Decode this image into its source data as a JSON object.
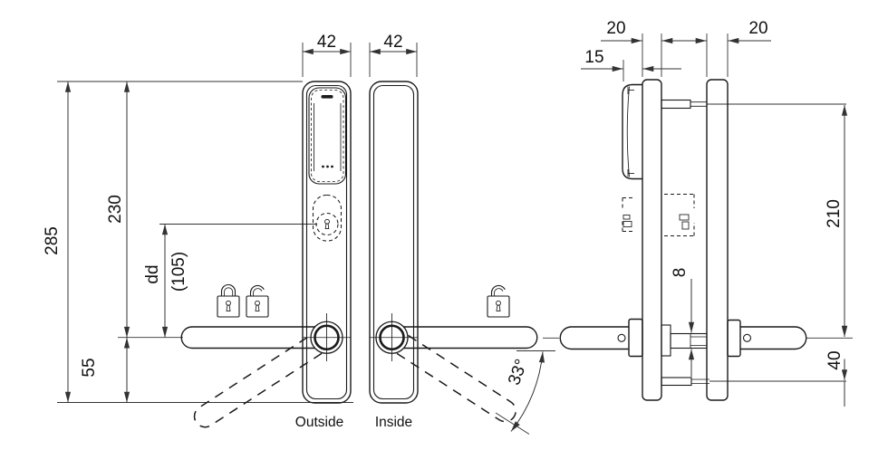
{
  "drawing": {
    "views": {
      "outside_label": "Outside",
      "inside_label": "Inside"
    },
    "dimensions": {
      "overall_height": "285",
      "top_to_handle": "230",
      "cylinder_to_handle_variable": "dd",
      "cylinder_to_handle_reference": "(105)",
      "handle_to_bottom": "55",
      "outside_plate_width": "42",
      "inside_plate_width": "42",
      "reader_projection": "15",
      "outside_plate_depth": "20",
      "inside_plate_depth": "20",
      "fixing_centres": "210",
      "spindle": "8",
      "handle_to_lower_fixing": "40",
      "handle_rotation_angle": "33°"
    },
    "icons": {
      "padlock_closed": "padlock-closed-icon",
      "padlock_open": "padlock-open-icon",
      "keyhole": "keyhole-icon"
    },
    "colors": {
      "background": "#ffffff",
      "part_line": "#1a1a1a",
      "dimension_line": "#333333",
      "text": "#111111"
    }
  }
}
